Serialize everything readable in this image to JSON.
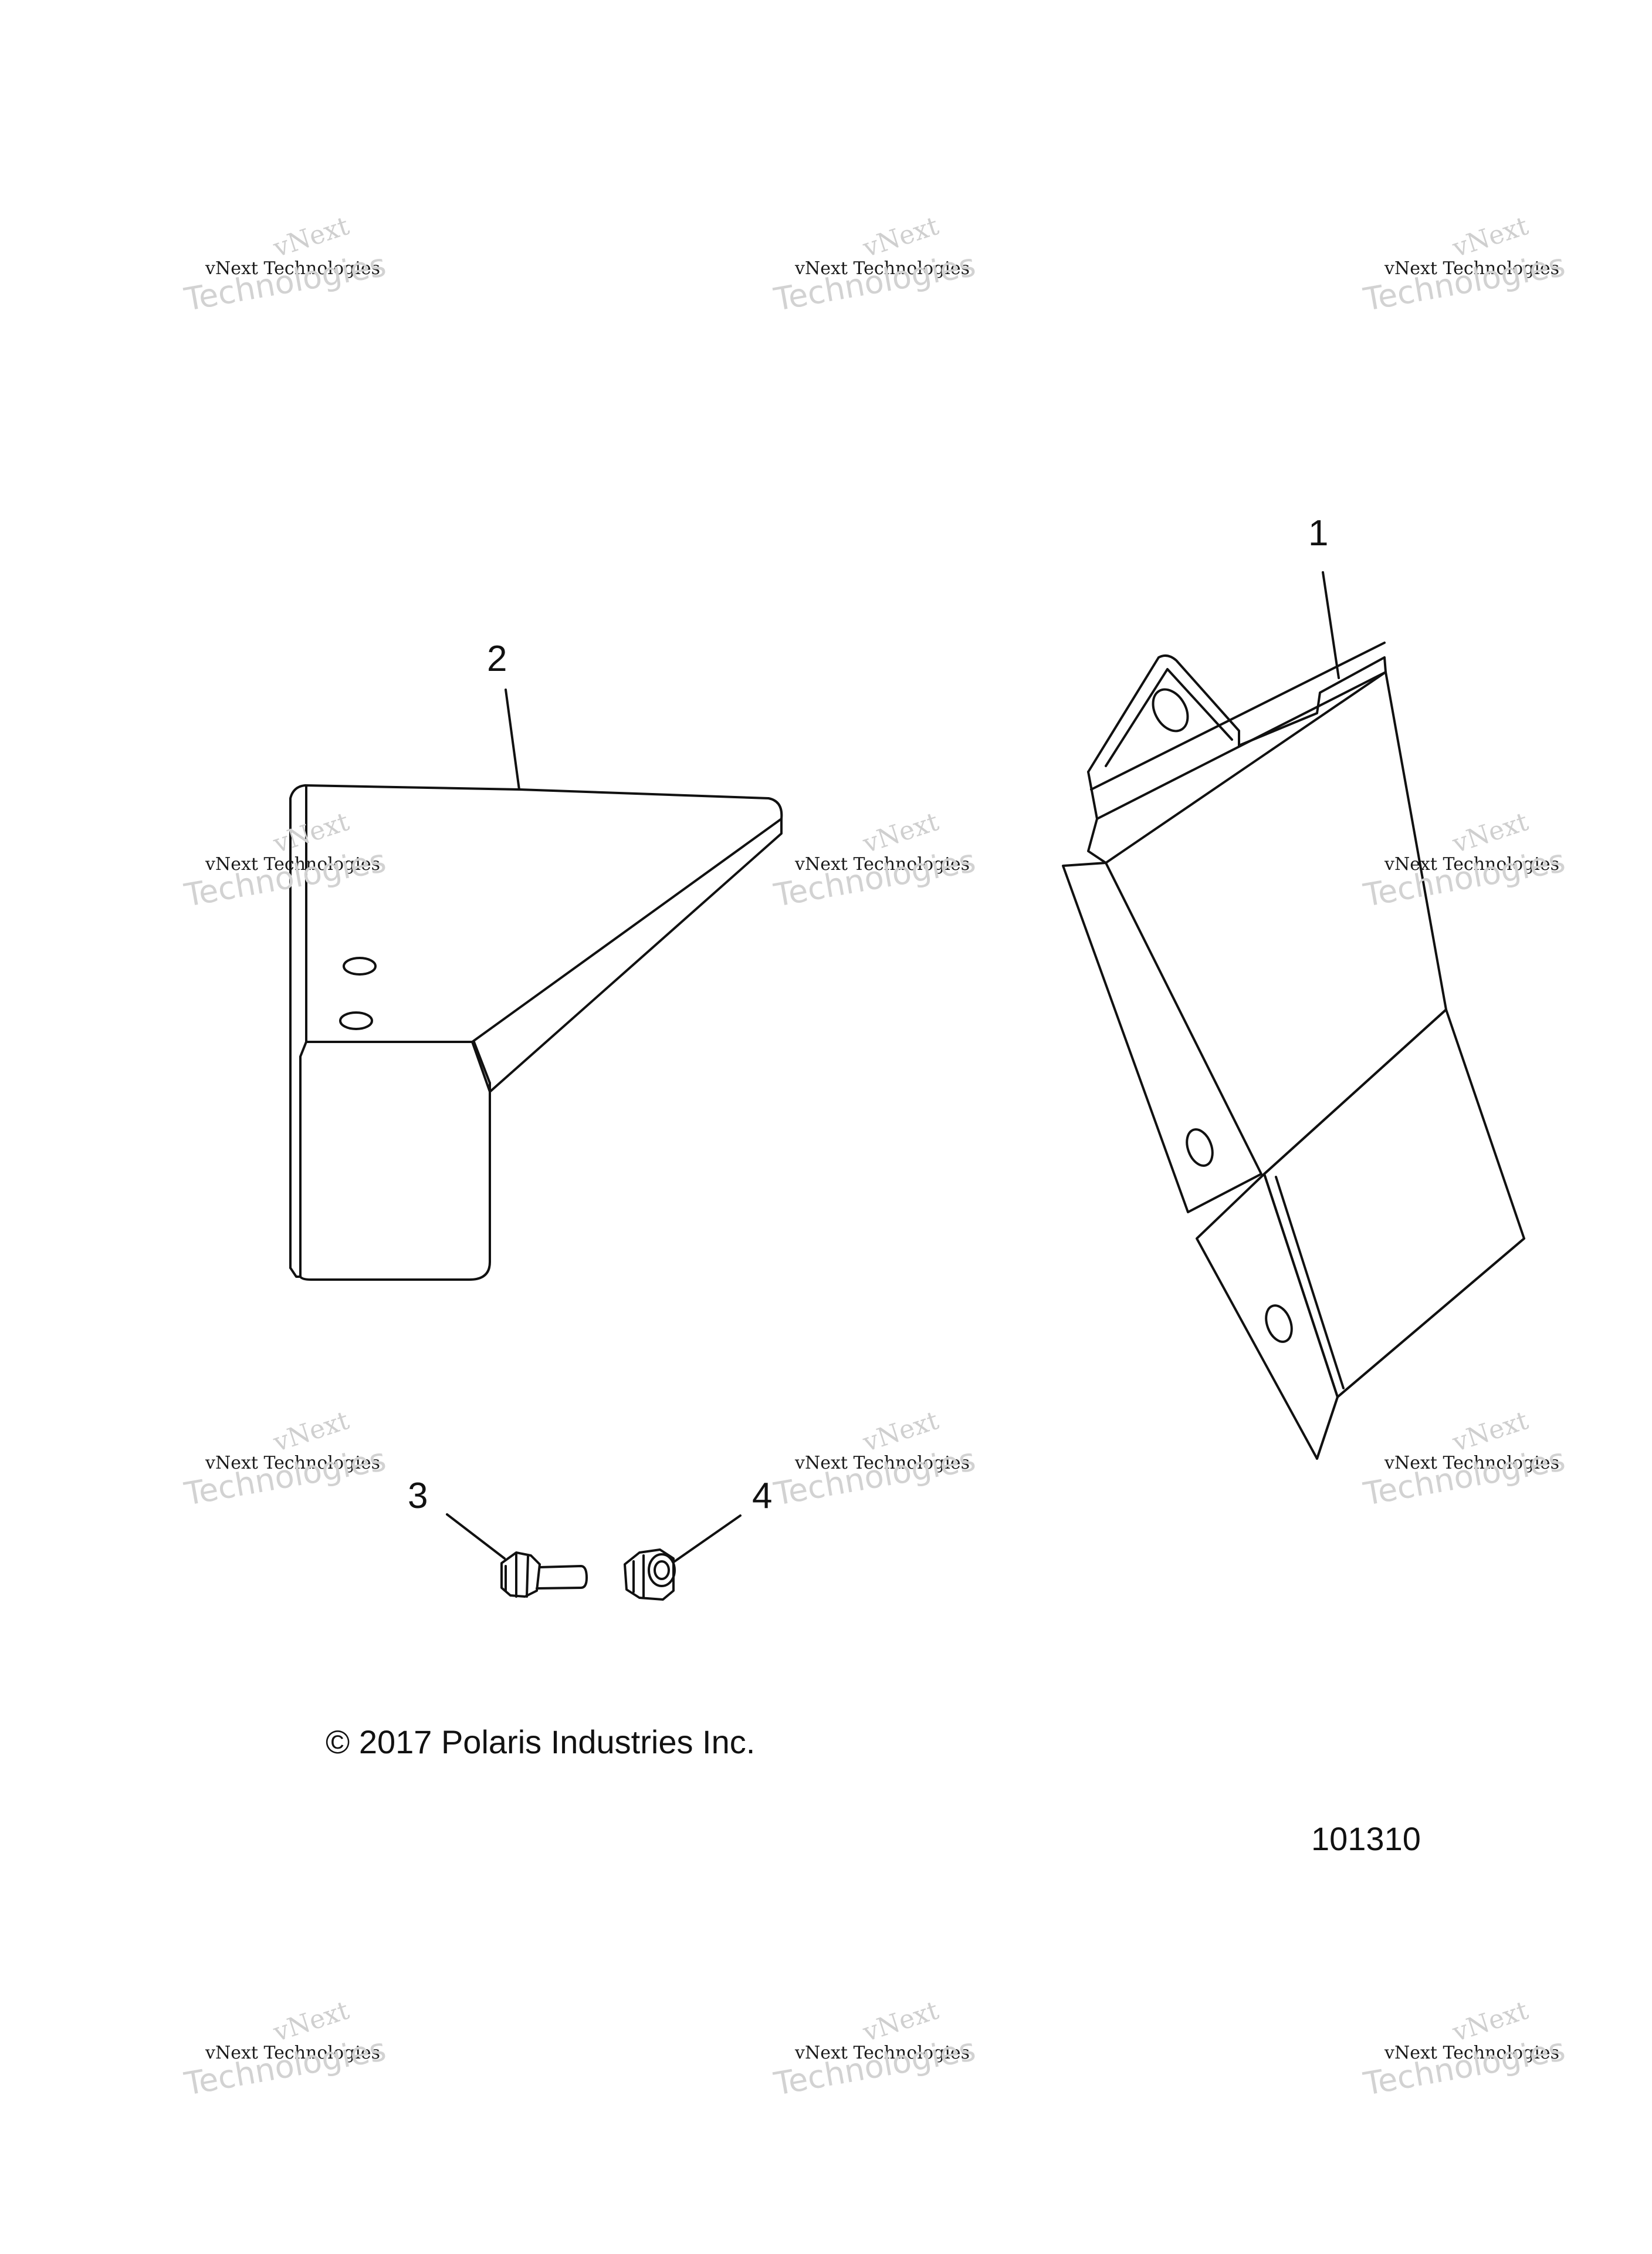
{
  "callouts": [
    {
      "id": "1",
      "label": "1"
    },
    {
      "id": "2",
      "label": "2"
    },
    {
      "id": "3",
      "label": "3"
    },
    {
      "id": "4",
      "label": "4"
    }
  ],
  "copyright": "© 2017 Polaris Industries Inc.",
  "diagram_number": "101310",
  "watermark": {
    "brand": "vNext",
    "line": "vNext Technologies",
    "word": "Technologies"
  }
}
